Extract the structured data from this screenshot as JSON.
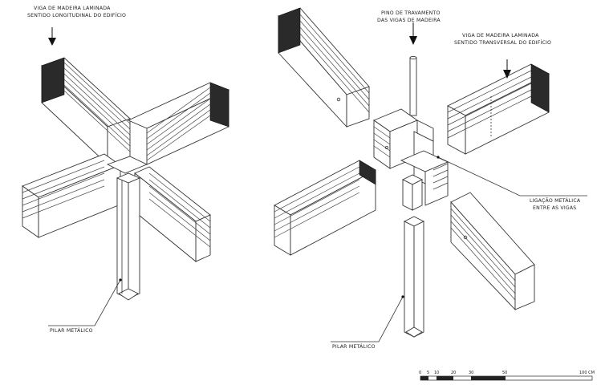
{
  "labels": {
    "left_beam_longitudinal_line1": "VIGA DE MADEIRA LAMINADA",
    "left_beam_longitudinal_line2": "SENTIDO LONGITUDINAL DO EDIFÍCIO",
    "left_pillar": "PILAR METÁLICO",
    "pin_line1": "PINO DE TRAVAMENTO",
    "pin_line2": "DAS VIGAS DE MADEIRA",
    "right_beam_transversal_line1": "VIGA DE MADEIRA LAMINADA",
    "right_beam_transversal_line2": "SENTIDO TRANSVERSAL DO EDIFÍCIO",
    "connection_line1": "LIGAÇÃO METÁLICA",
    "connection_line2": "ENTRE AS VIGAS",
    "right_pillar": "PILAR METÁLICO"
  },
  "scale_bar": {
    "ticks": [
      "0",
      "5",
      "10",
      "20",
      "30",
      "50",
      "100 CM"
    ]
  },
  "colors": {
    "ink": "#222222",
    "background": "#ffffff"
  }
}
